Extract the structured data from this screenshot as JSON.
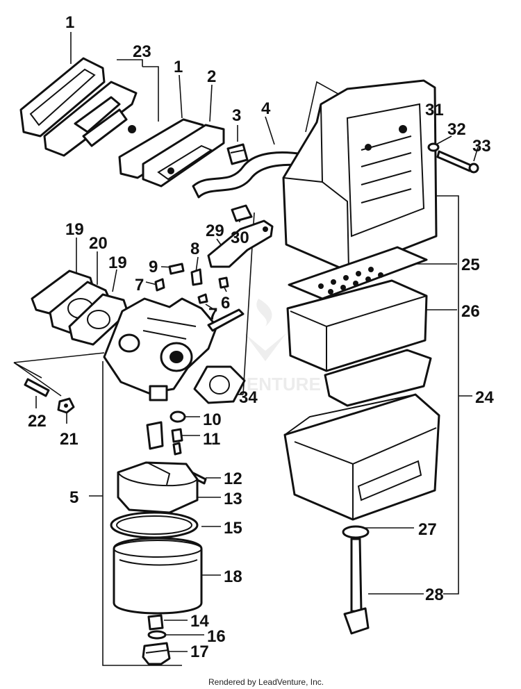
{
  "callouts": [
    "1",
    "23",
    "1",
    "2",
    "3",
    "4",
    "31",
    "32",
    "33",
    "19",
    "20",
    "19",
    "29",
    "8",
    "30",
    "9",
    "7",
    "6",
    "7",
    "25",
    "26",
    "22",
    "21",
    "34",
    "10",
    "11",
    "24",
    "5",
    "12",
    "13",
    "15",
    "27",
    "18",
    "28",
    "14",
    "16",
    "17"
  ],
  "watermark": "ADVENTURE",
  "footer": "Rendered by LeadVenture, Inc."
}
